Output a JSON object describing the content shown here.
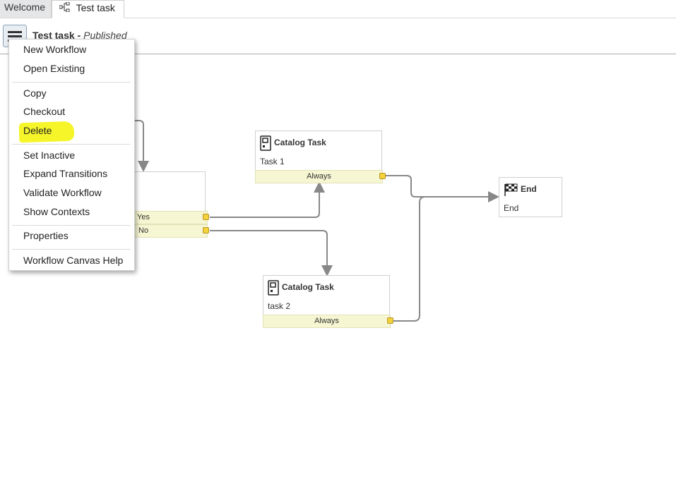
{
  "tabs": [
    {
      "label": "Welcome"
    },
    {
      "label": "Test task"
    }
  ],
  "toolbar": {
    "title": "Test task",
    "separator": " - ",
    "status": "Published"
  },
  "context_menu": {
    "items": [
      "New Workflow",
      "Open Existing",
      "Copy",
      "Checkout",
      "Delete",
      "Set Inactive",
      "Expand Transitions",
      "Validate Workflow",
      "Show Contexts",
      "Properties",
      "Workflow Canvas Help"
    ]
  },
  "nodes": {
    "approval": {
      "yes_label": "Yes",
      "no_label": "No"
    },
    "catalog_task_1": {
      "type": "Catalog Task",
      "name": "Task 1",
      "condition": "Always"
    },
    "catalog_task_2": {
      "type": "Catalog Task",
      "name": "task 2",
      "condition": "Always"
    },
    "end": {
      "type": "End",
      "name": "End"
    }
  },
  "colors": {
    "condition_bg": "#f6f6d2",
    "port": "#f3d23a",
    "highlight": "#f5f52a",
    "connector": "#888888"
  }
}
